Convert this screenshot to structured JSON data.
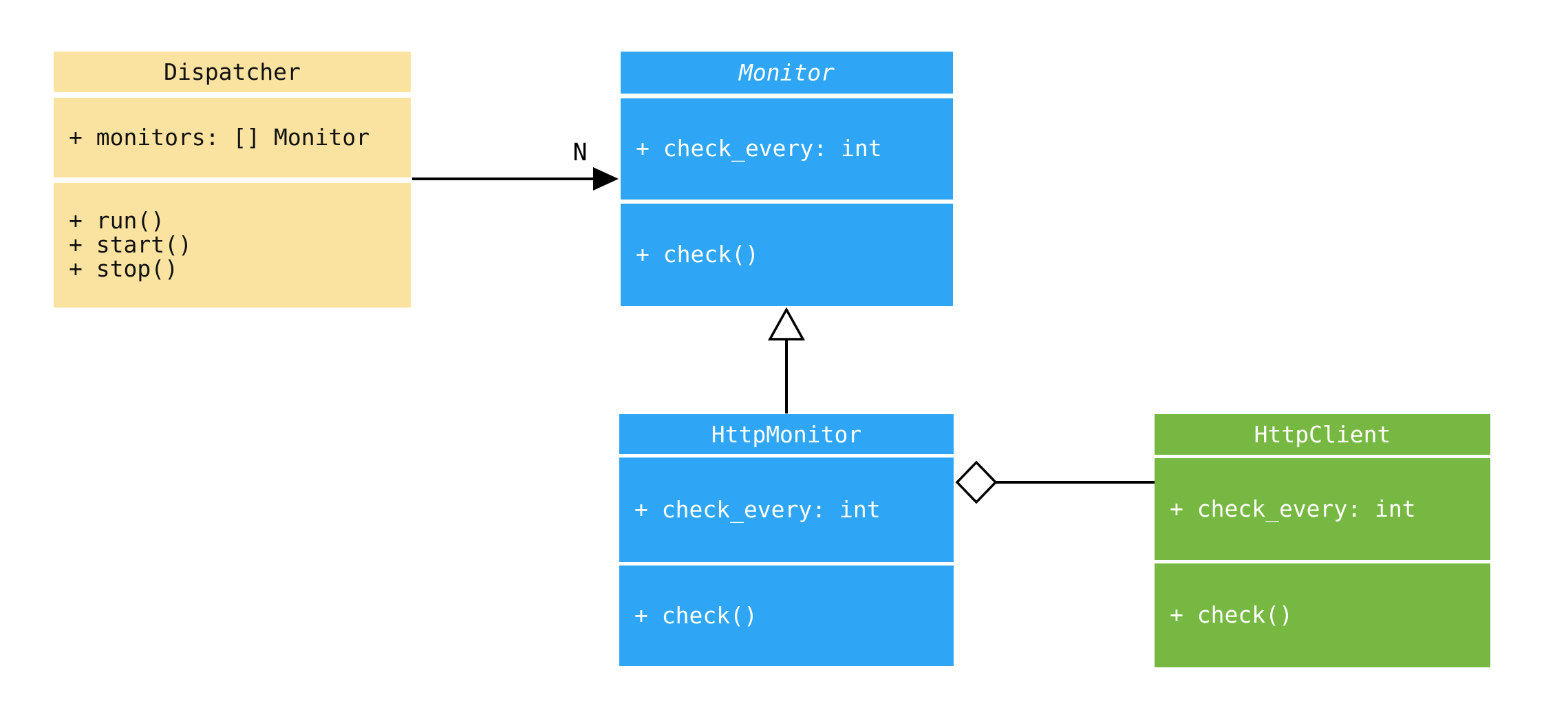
{
  "background": "#FFFFFF",
  "classes": [
    {
      "name": "Dispatcher",
      "abstract": false,
      "fill": "#FAE3A1",
      "text_color": "#111111",
      "attributes": [
        "+ monitors: [] Monitor"
      ],
      "methods": [
        "+ run()",
        "+ start()",
        "+ stop()"
      ]
    },
    {
      "name": "Monitor",
      "abstract": true,
      "fill": "#2FA6F5",
      "text_color": "#FFFFFF",
      "attributes": [
        "+ check_every: int"
      ],
      "methods": [
        "+ check()"
      ]
    },
    {
      "name": "HttpMonitor",
      "abstract": false,
      "fill": "#2FA6F5",
      "text_color": "#FFFFFF",
      "attributes": [
        "+ check_every: int"
      ],
      "methods": [
        "+ check()"
      ]
    },
    {
      "name": "HttpClient",
      "abstract": false,
      "fill": "#77B843",
      "text_color": "#FFFFFF",
      "attributes": [
        "+ check_every: int"
      ],
      "methods": [
        "+ check()"
      ]
    }
  ],
  "relationships": [
    {
      "type": "directed-association",
      "from": "Dispatcher",
      "to": "Monitor",
      "label": "N",
      "stroke": "#000000"
    },
    {
      "type": "inheritance",
      "from": "HttpMonitor",
      "to": "Monitor",
      "label": "",
      "stroke": "#000000"
    },
    {
      "type": "aggregation",
      "from": "HttpMonitor",
      "to": "HttpClient",
      "label": "",
      "stroke": "#000000"
    }
  ]
}
